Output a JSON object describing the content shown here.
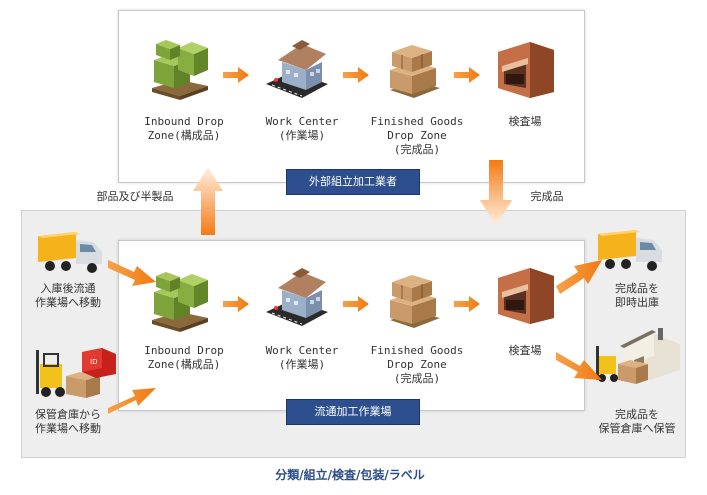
{
  "top_panel": {
    "badge": "外部組立加工業者",
    "stages": [
      {
        "label": "Inbound Drop\nZone(構成品)",
        "icon": "pallet-boxes-icon"
      },
      {
        "label": "Work Center\n(作業場)",
        "icon": "building-icon"
      },
      {
        "label": "Finished Goods\nDrop Zone\n(完成品)",
        "icon": "stacked-boxes-icon"
      },
      {
        "label": "検査場",
        "icon": "inspection-dock-icon"
      }
    ]
  },
  "bottom_panel": {
    "badge": "流通加工作業場",
    "stages": [
      {
        "label": "Inbound Drop\nZone(構成品)",
        "icon": "pallet-boxes-icon"
      },
      {
        "label": "Work Center\n(作業場)",
        "icon": "building-icon"
      },
      {
        "label": "Finished Goods\nDrop Zone\n(完成品)",
        "icon": "stacked-boxes-icon"
      },
      {
        "label": "検査場",
        "icon": "inspection-dock-icon"
      }
    ]
  },
  "flows": {
    "up_label": "部品及び半製品",
    "down_label": "完成品"
  },
  "inputs": [
    {
      "label": "入庫後流通\n作業場へ移動",
      "icon": "truck-icon"
    },
    {
      "label": "保管倉庫から\n作業場へ移動",
      "icon": "forklift-icon"
    }
  ],
  "outputs": [
    {
      "label": "完成品を\n即時出庫",
      "icon": "truck-icon"
    },
    {
      "label": "完成品を\n保管倉庫へ保管",
      "icon": "warehouse-forklift-icon"
    }
  ],
  "footer": "分類/組立/検査/包装/ラベル",
  "colors": {
    "arrow": "#f58220",
    "badge": "#2d4f8e",
    "footer": "#2b4d8a"
  }
}
